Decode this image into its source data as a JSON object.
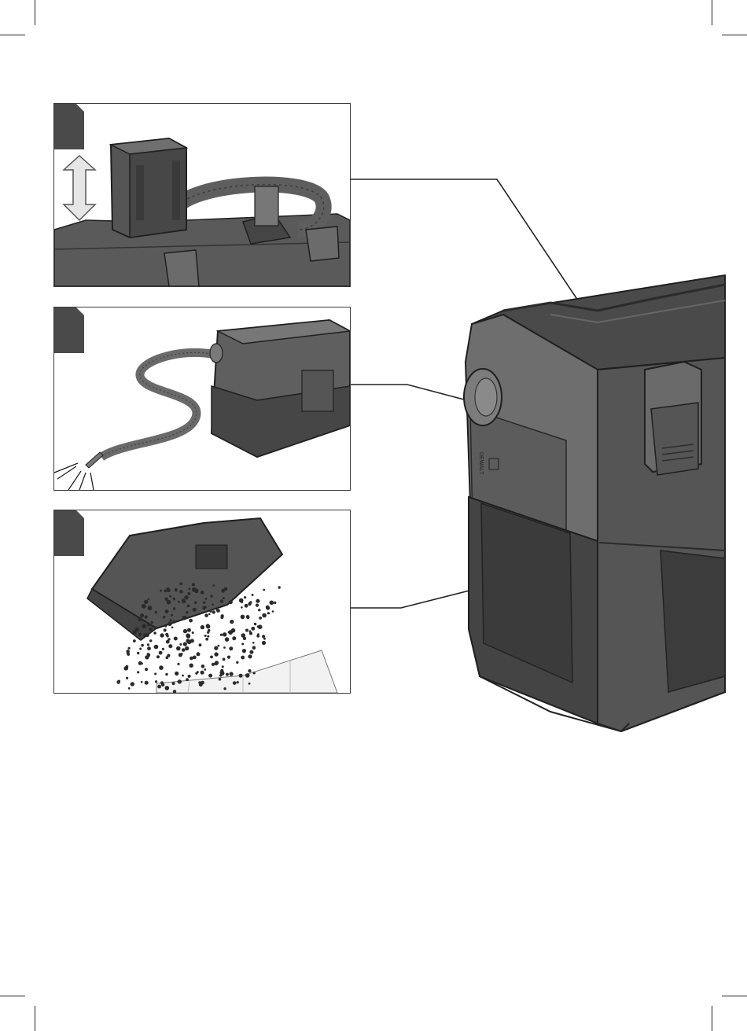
{
  "page": {
    "background": "#ffffff",
    "palette": {
      "body_dark": "#3f3f3f",
      "body_mid": "#5a5a5a",
      "body_light": "#6f6f6f",
      "outline": "#1f1f1f",
      "marker": "#4a4a4a",
      "leader": "#222222",
      "arrow_fill": "#e6e6e6"
    }
  },
  "device": {
    "side_label_lines": [
      "DEWALT"
    ]
  },
  "panels": [
    {
      "id": "panel-1",
      "name": "battery-removal-step",
      "icon": "double-arrow-icon"
    },
    {
      "id": "panel-2",
      "name": "vacuum-hose-suction-step",
      "icon": "suction-rays-icon"
    },
    {
      "id": "panel-3",
      "name": "empty-dust-container-step",
      "icon": "debris-icon"
    }
  ]
}
